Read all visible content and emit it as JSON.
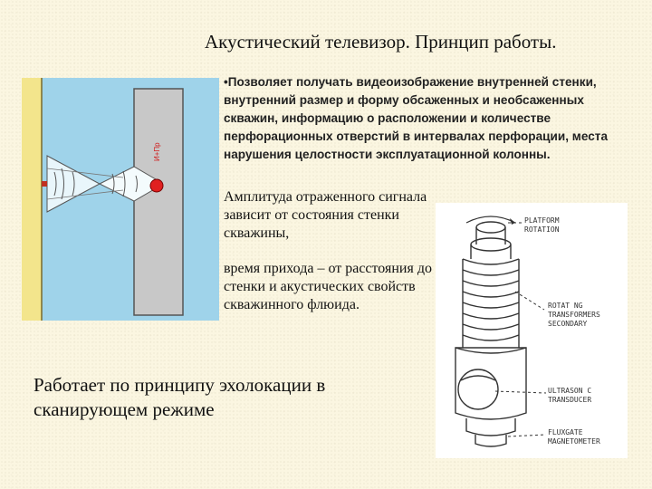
{
  "title": "Акустический телевизор. Принцип работы.",
  "bullet": {
    "marker": "•",
    "text": "Позволяет получать видеоизображение внутренней стенки, внутренний размер и форму обсаженных и необсаженных скважин, информацию о расположении и количестве перфорационных отверстий в интервалах перфорации, места нарушения целостности эксплуатационной колонны."
  },
  "paragraphs": [
    "Амплитуда отраженного сигнала зависит от состояния стенки скважины,",
    "время прихода – от расстояния до стенки и акустических свойств скважинного флюида."
  ],
  "bottom_text": "Работает по принципу эхолокации в сканирующем режиме",
  "left_diagram": {
    "probe_label": "И+Пр",
    "colors": {
      "fluid": "#9fd3ea",
      "wall": "#f3e58c",
      "tool": "#c8c8c8",
      "sensor": "#e02020"
    }
  },
  "right_diagram": {
    "callouts": [
      "PLATFORM ROTATION",
      "ROTAT NG TRANSFORMERS SECONDARY",
      "ULTRASON C TRANSDUCER",
      "FLUXGATE MAGNETOMETER"
    ]
  }
}
